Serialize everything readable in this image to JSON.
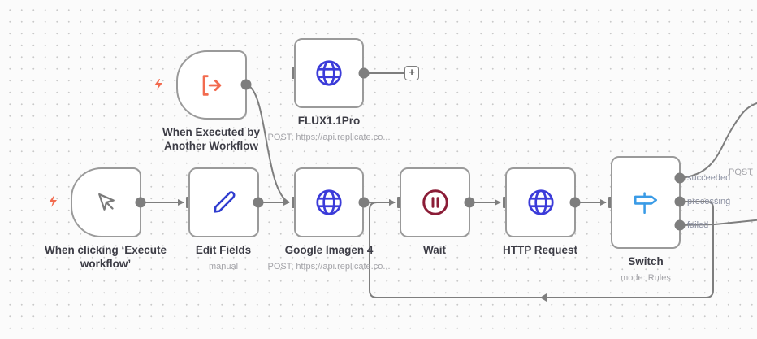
{
  "canvas": {
    "background": "#fbfbfb",
    "grid": "dotted"
  },
  "colors": {
    "trigger_accent": "#f26b4f",
    "http_icon": "#3b3bd9",
    "edit_icon": "#2f3ccf",
    "wait_icon": "#8b1d37",
    "switch_icon": "#3a9be6",
    "edge": "#7e7e7e"
  },
  "nodes": [
    {
      "id": "execute-trigger",
      "title": "When clicking ‘Execute workflow’",
      "title_line1": "When clicking ‘Execute",
      "title_line2": "workflow’",
      "icon": "cursor-icon",
      "trigger": true
    },
    {
      "id": "workflow-trigger",
      "title": "When Executed by Another Workflow",
      "title_line1": "When Executed by",
      "title_line2": "Another Workflow",
      "icon": "sign-in-arrow-icon",
      "trigger": true
    },
    {
      "id": "edit-fields",
      "title": "Edit Fields",
      "subtitle": "manual",
      "icon": "pencil-icon"
    },
    {
      "id": "flux",
      "title": "FLUX1.1Pro",
      "subtitle": "POST: https://api.replicate.co...",
      "icon": "globe-icon"
    },
    {
      "id": "google-imagen",
      "title": "Google Imagen 4",
      "subtitle": "POST: https://api.replicate.co...",
      "icon": "globe-icon"
    },
    {
      "id": "wait",
      "title": "Wait",
      "icon": "pause-circle-icon"
    },
    {
      "id": "http-request",
      "title": "HTTP Request",
      "icon": "globe-icon"
    },
    {
      "id": "switch",
      "title": "Switch",
      "subtitle": "mode: Rules",
      "icon": "signpost-icon",
      "outputs": [
        "succeeded",
        "processing",
        "failed"
      ]
    }
  ],
  "offscreen": {
    "partial_label": "POST"
  },
  "add_node": {
    "label": "+"
  }
}
